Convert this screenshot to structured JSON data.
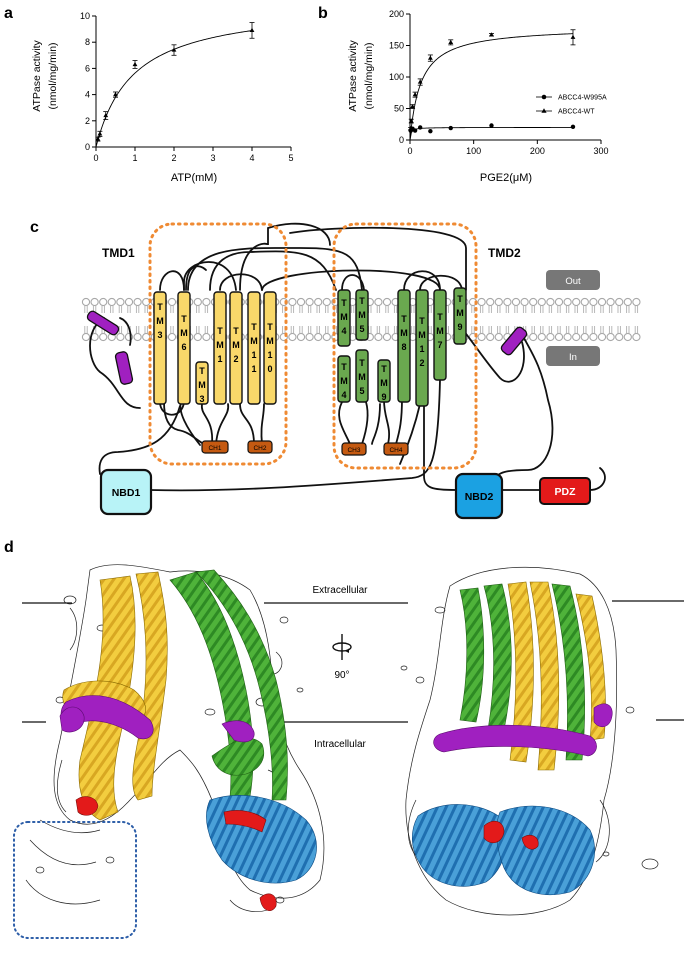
{
  "panels": {
    "a": "a",
    "b": "b",
    "c": "c",
    "d": "d"
  },
  "chart_data": [
    {
      "type": "scatter",
      "panel": "a",
      "xlabel": "ATP(mM)",
      "ylabel_line1": "ATPase activity",
      "ylabel_line2": "(nmol/mg/min)",
      "xlim": [
        0,
        5
      ],
      "ylim": [
        0,
        10
      ],
      "xticks": [
        "0",
        "1",
        "2",
        "3",
        "4",
        "5"
      ],
      "yticks": [
        "0",
        "2",
        "4",
        "6",
        "8",
        "10"
      ],
      "series": [
        {
          "marker": "triangle",
          "x": [
            0.05,
            0.1,
            0.25,
            0.5,
            1,
            2,
            4
          ],
          "y": [
            0.6,
            1.0,
            2.4,
            4.0,
            6.3,
            7.4,
            8.9
          ],
          "err": [
            0.15,
            0.2,
            0.3,
            0.2,
            0.3,
            0.4,
            0.6
          ],
          "fit": {
            "model": "michaelis-menten",
            "vmax": 11.0,
            "km": 0.95
          }
        }
      ]
    },
    {
      "type": "scatter",
      "panel": "b",
      "xlabel": "PGE2(μM)",
      "ylabel_line1": "ATPase activity",
      "ylabel_line2": "(nmol/mg/min)",
      "xlim": [
        0,
        300
      ],
      "ylim": [
        0,
        200
      ],
      "xticks": [
        "0",
        "100",
        "200",
        "300"
      ],
      "yticks": [
        "0",
        "50",
        "100",
        "150",
        "200"
      ],
      "legend": "right",
      "series": [
        {
          "name": "ABCC4-W995A",
          "marker": "circle",
          "x": [
            1,
            2,
            4,
            8,
            16,
            32,
            64,
            128,
            256
          ],
          "y": [
            15,
            16,
            18,
            15,
            20,
            14,
            19,
            23,
            21
          ],
          "fit": {
            "model": "michaelis-menten",
            "vmax": 20,
            "km": 1.5
          }
        },
        {
          "name": "ABCC4-WT",
          "marker": "triangle",
          "x": [
            1,
            2,
            4,
            8,
            16,
            32,
            64,
            128,
            256
          ],
          "y": [
            18,
            30,
            53,
            72,
            92,
            130,
            155,
            167,
            163
          ],
          "err": [
            2,
            3,
            3,
            4,
            5,
            5,
            4,
            2,
            12
          ],
          "fit": {
            "model": "michaelis-menten",
            "vmax": 180,
            "km": 17
          }
        }
      ]
    }
  ],
  "topology": {
    "tmd1": "TMD1",
    "tmd2": "TMD2",
    "out": "Out",
    "in": "In",
    "tm_upper_1": [
      "T",
      "M",
      "3"
    ],
    "tm_upper_2": [
      "T",
      "M",
      "6"
    ],
    "tm_lower_3": [
      "T",
      "M",
      "3"
    ],
    "tm_1": [
      "T",
      "M",
      "1"
    ],
    "tm_2": [
      "T",
      "M",
      "2"
    ],
    "tm_11": [
      "T",
      "M",
      "1",
      "1"
    ],
    "tm_10": [
      "T",
      "M",
      "1",
      "0"
    ],
    "tm_4a": [
      "T",
      "M",
      "4"
    ],
    "tm_5a": [
      "T",
      "M",
      "5"
    ],
    "tm_4b": [
      "T",
      "M",
      "4"
    ],
    "tm_5b": [
      "T",
      "M",
      "5"
    ],
    "tm_9b": [
      "T",
      "M",
      "9"
    ],
    "tm_8": [
      "T",
      "M",
      "8"
    ],
    "tm_12": [
      "T",
      "M",
      "1",
      "2"
    ],
    "tm_7": [
      "T",
      "M",
      "7"
    ],
    "tm_9a": [
      "T",
      "M",
      "9"
    ],
    "ch1": "CH1",
    "ch2": "CH2",
    "ch3": "CH3",
    "ch4": "CH4",
    "nbd1": "NBD1",
    "nbd2": "NBD2",
    "pdz": "PDZ",
    "colors": {
      "tmd1": "#f9d86a",
      "tmd2": "#6aa84f",
      "ch": "#c55a11",
      "amph": "#9c27b0",
      "nbd1": "#b8f3f7",
      "nbd2": "#1ba1e2",
      "pdz": "#e31a1a",
      "dots": "#ef8a33",
      "side": "#777777"
    }
  },
  "structure": {
    "extracellular": "Extracellular",
    "intracellular": "Intracellular",
    "rotation": "90°"
  }
}
